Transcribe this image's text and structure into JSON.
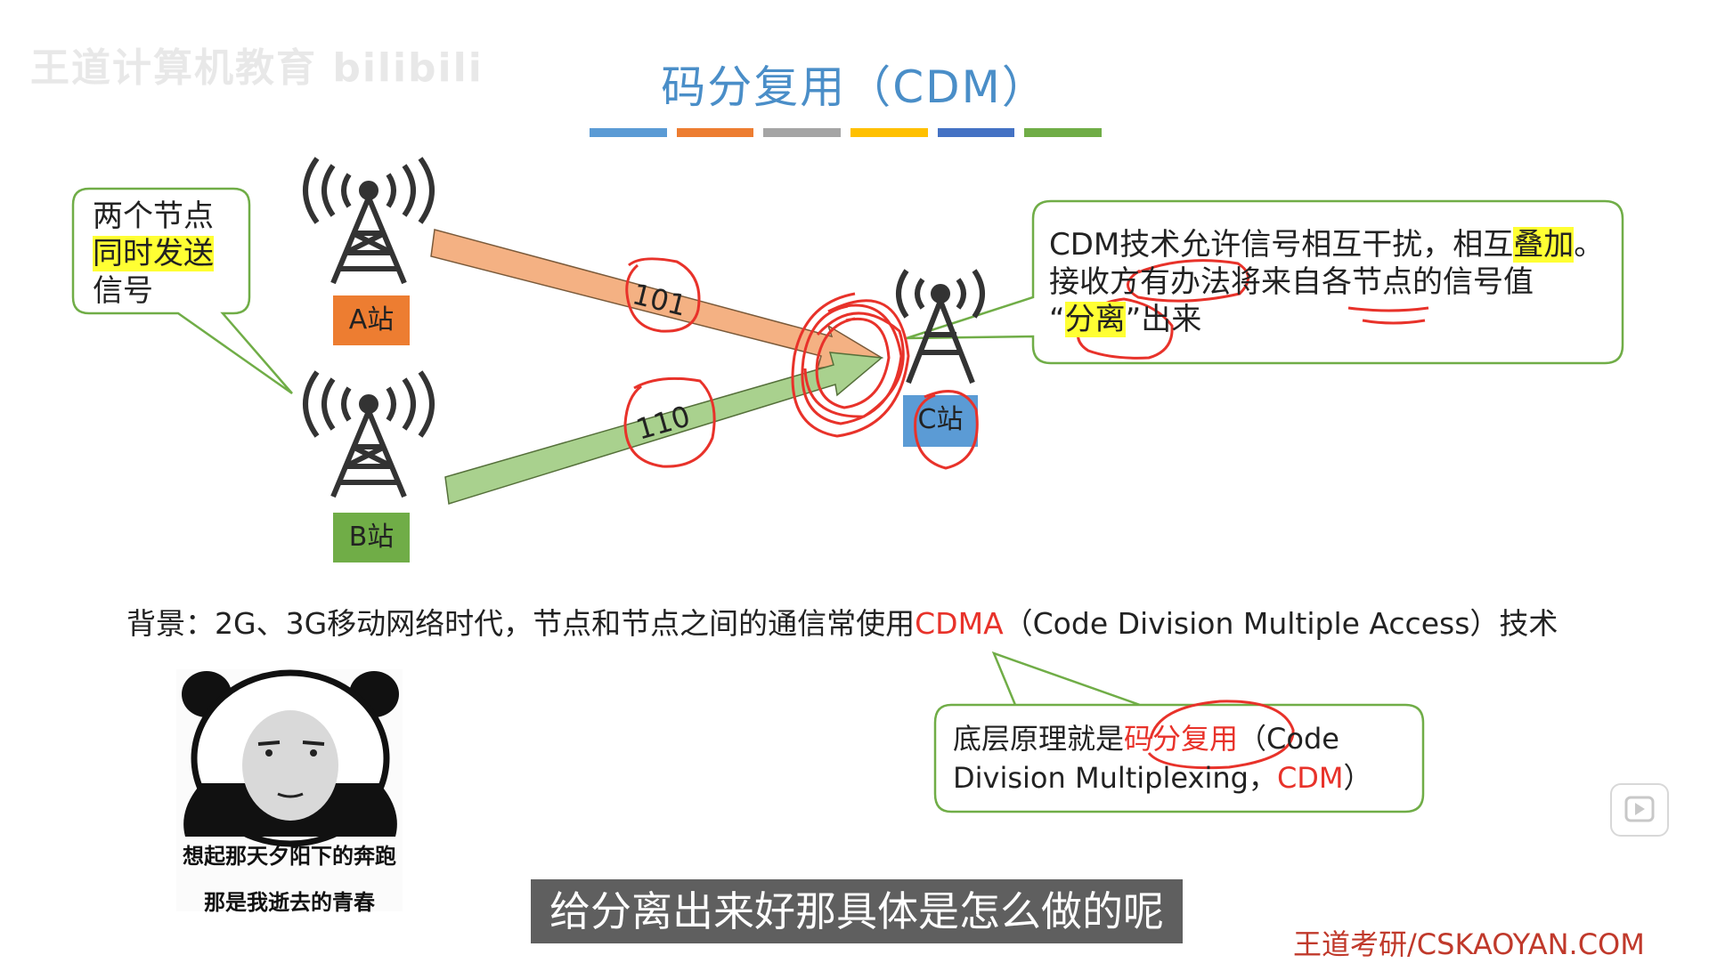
{
  "watermark": "王道计算机教育 bilibili",
  "slide": {
    "title": "码分复用（CDM）",
    "title_bar_colors": [
      "#5b9bd5",
      "#ed7d31",
      "#a5a5a5",
      "#ffc000",
      "#4472c4",
      "#70ad47"
    ],
    "callout_left": {
      "line1": "两个节点",
      "line2": "同时发送",
      "line3": "信号"
    },
    "station_a": "A站",
    "station_b": "B站",
    "station_c": "C站",
    "code_a": "101",
    "code_b": "110",
    "callout_right": {
      "line1_prefix": "CDM技术允许信号相互干扰，相互",
      "line1_highlight": "叠加",
      "line1_suffix": "。",
      "line2": "接收方有办法将来自各节点的信号值",
      "line3_quote_open": "“",
      "line3_highlight": "分离",
      "line3_quote_close": "”",
      "line3_suffix": "出来"
    },
    "background": {
      "prefix": "背景：2G、3G移动网络时代，节点和节点之间的通信常使用",
      "highlight": "CDMA",
      "suffix": "（Code Division Multiple Access）技术"
    },
    "principle": {
      "prefix": "底层原理就是",
      "highlight": "码分复用",
      "middle": "（Code Division Multiplexing，",
      "highlight2": "CDM",
      "suffix": "）"
    },
    "meme": {
      "caption1": "想起那天夕阳下的奔跑",
      "caption2": "那是我逝去的青春"
    },
    "footer_brand": "王道考研/CSKAOYAN.COM"
  },
  "player": {
    "subtitle": "给分离出来好那具体是怎么做的呢",
    "play_icon": "play-icon"
  },
  "colors": {
    "title": "#4a8ec8",
    "station_orange": "#ed7d31",
    "station_green": "#70ad47",
    "station_blue": "#5b9bd5",
    "arrow_orange": "#f4b183",
    "arrow_green": "#a9d18e",
    "callout_border": "#70ad47",
    "annotation_red": "#e8322a"
  }
}
